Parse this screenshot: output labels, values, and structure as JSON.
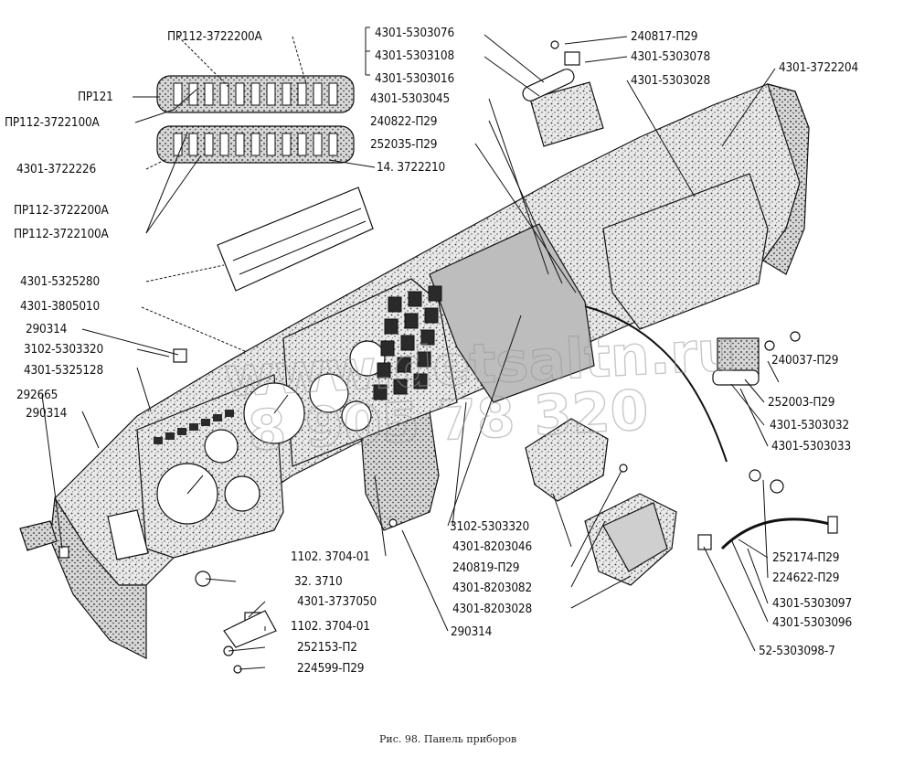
{
  "caption": "Рис. 98. Панель приборов",
  "watermark": {
    "site": "www.detsaltn.ru",
    "phone": "8 905 78 320"
  },
  "labels": [
    "ПР112-3722200А",
    "ПР121",
    "ПР112-3722100А",
    "4301-3722226",
    "14. 3722210",
    "ПР112-3722200А",
    "ПР112-3722100А",
    "4301-5303076",
    "4301-5303108",
    "4301-5303016",
    "4301-5303045",
    "240822-П29",
    "252035-П29",
    "240817-П29",
    "4301-5303078",
    "4301-5303028",
    "4301-3722204",
    "4301-5325280",
    "4301-3805010",
    "290314",
    "3102-5303320",
    "4301-5325128",
    "292665",
    "290314",
    "240037-П29",
    "252003-П29",
    "4301-5303032",
    "4301-5303033",
    "3102-5303320",
    "4301-8203046",
    "240819-П29",
    "4301-8203082",
    "4301-8203028",
    "1102. 3704-01",
    "32. 3710",
    "4301-3737050",
    "1102. 3704-01",
    "252153-П2",
    "224599-П29",
    "290314",
    "252174-П29",
    "224622-П29",
    "4301-5303097",
    "4301-5303096",
    "52-5303098-7"
  ]
}
